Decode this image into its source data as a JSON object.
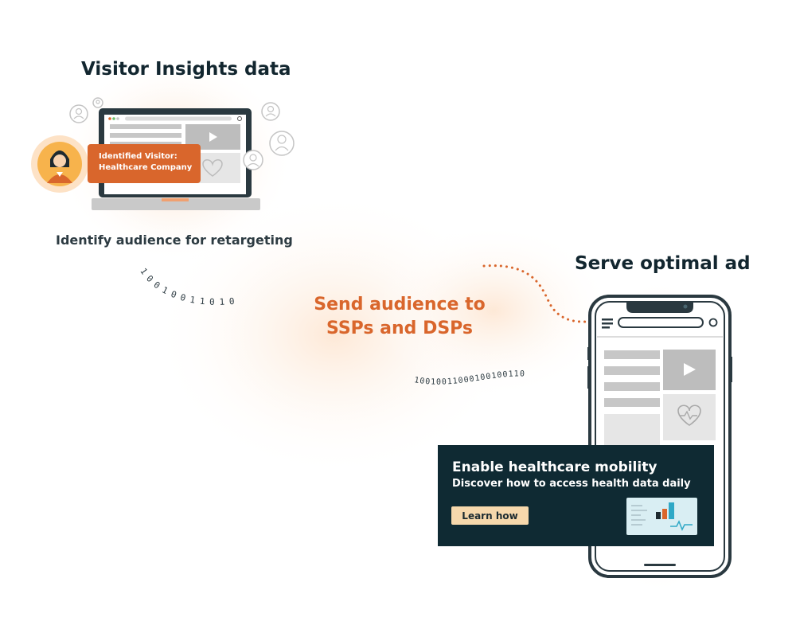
{
  "visitor_section": {
    "title": "Visitor Insights data",
    "card_line1": "Identified Visitor:",
    "card_line2": "Healthcare Company",
    "caption": "Identify audience for retargeting"
  },
  "transfer": {
    "line1": "Send audience to",
    "line2": "SSPs and DSPs",
    "binary_top": "10010011010",
    "binary_bottom": "10010011000100100110"
  },
  "serve_section": {
    "title": "Serve optimal ad"
  },
  "ad": {
    "title": "Enable healthcare mobility",
    "subtitle": "Discover how to access health data daily",
    "button_label": "Learn how"
  },
  "colors": {
    "accent": "#d9662c",
    "dark": "#0f2a33",
    "button": "#f6d8ac"
  },
  "icons": [
    "person-icon",
    "play-icon",
    "heartbeat-icon",
    "refresh-icon",
    "menu-icon",
    "bar-chart-icon"
  ]
}
